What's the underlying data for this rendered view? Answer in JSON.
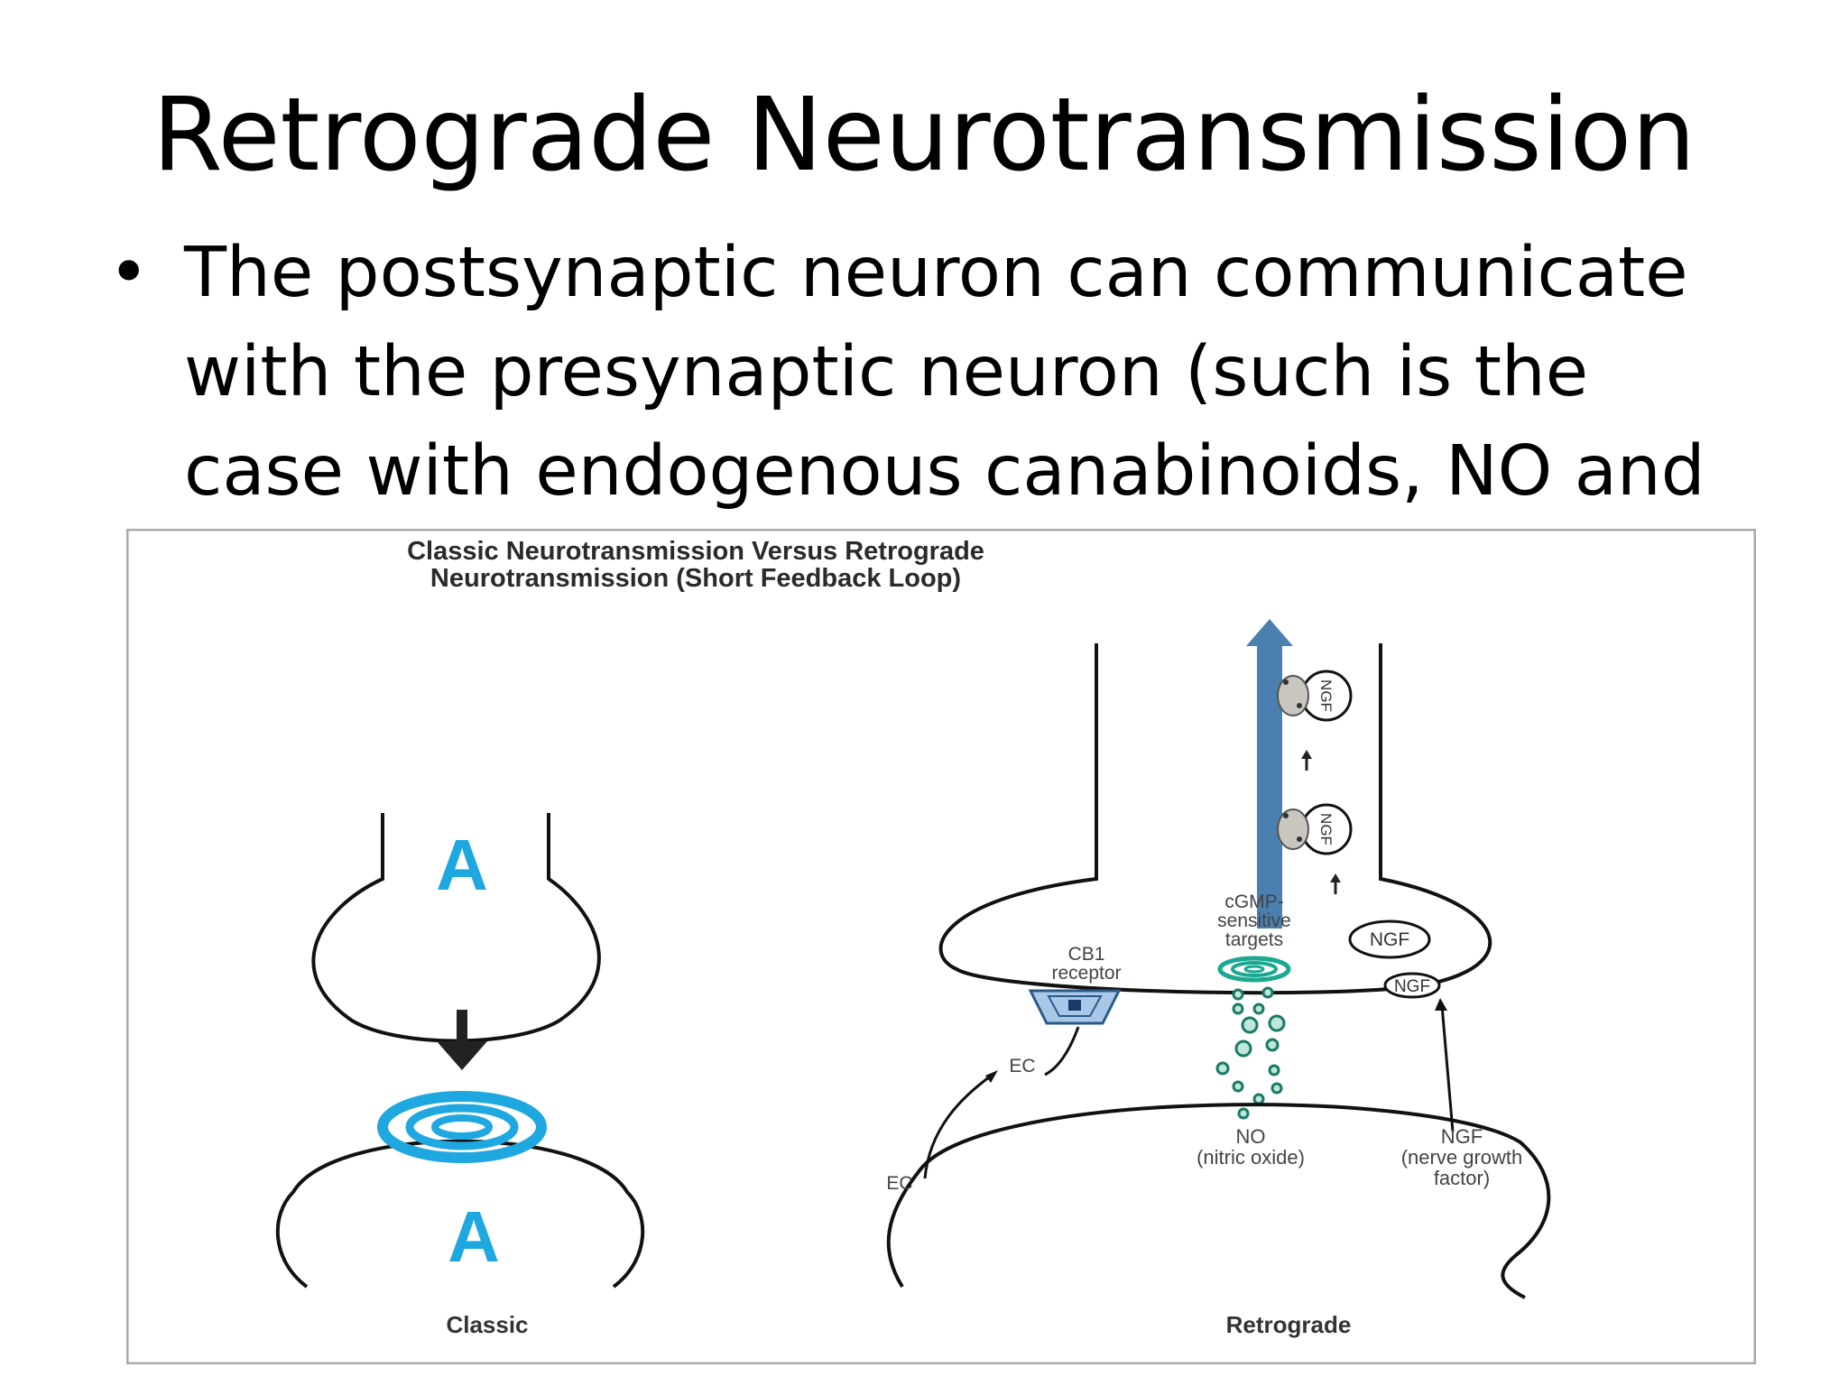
{
  "slide": {
    "title": "Retrograde Neurotransmission",
    "bullets": [
      {
        "glyph": "•",
        "text": "The postsynaptic neuron can  communicate with the presynaptic neuron (such is the case with endogenous canabinoids, NO and NGF)."
      }
    ]
  },
  "figure": {
    "title_line1": "Classic Neurotransmission Versus Retrograde",
    "title_line2": "Neurotransmission (Short Feedback Loop)",
    "classic": {
      "presynaptic_letter": "A",
      "postsynaptic_letter": "A",
      "caption": "Classic"
    },
    "retrograde": {
      "cgmp_line1": "cGMP-",
      "cgmp_line2": "sensitive",
      "cgmp_line3": "targets",
      "cb1_line1": "CB1",
      "cb1_line2": "receptor",
      "ngf_label": "NGF",
      "ec_label": "EC",
      "no_line1": "NO",
      "no_line2": "(nitric oxide)",
      "ngf_desc_line1": "NGF",
      "ngf_desc_line2": "(nerve growth",
      "ngf_desc_line3": "factor)",
      "caption": "Retrograde"
    },
    "colors": {
      "accent": "#1fa8e0",
      "teal": "#1aa890",
      "axon_arrow": "#4a7fb0",
      "frame": "#aaaaaa"
    }
  }
}
